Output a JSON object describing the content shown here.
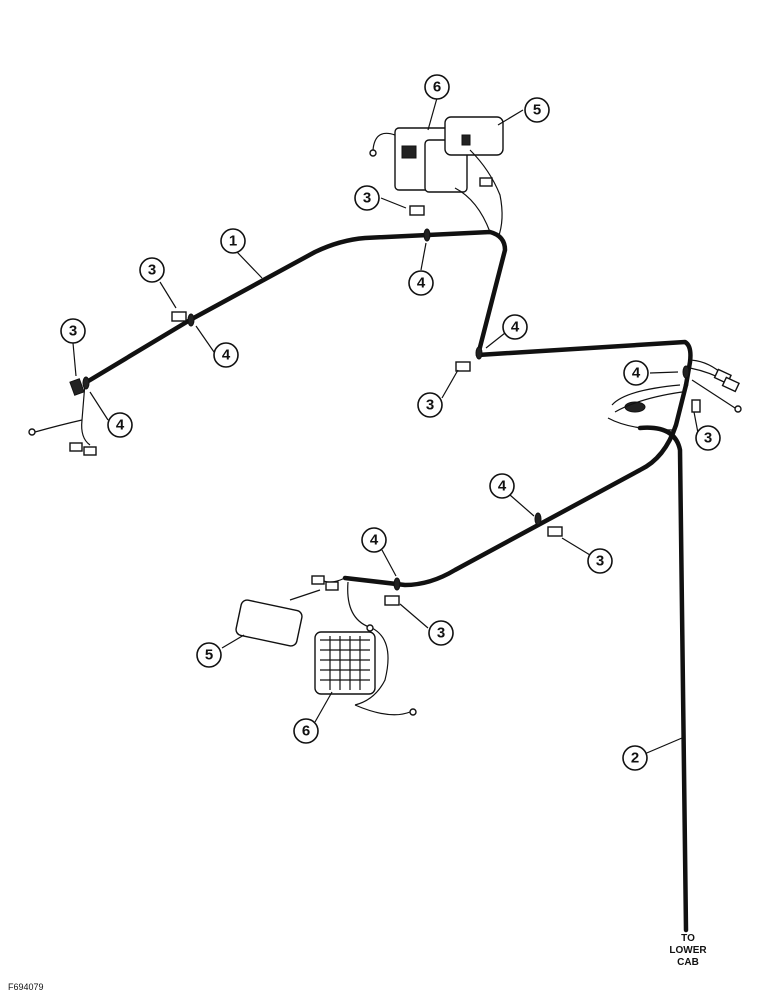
{
  "figure": {
    "id_label": "F694079",
    "destination_lines": [
      "TO",
      "LOWER",
      "CAB"
    ]
  },
  "callouts": [
    {
      "id": "c1",
      "number": "1"
    },
    {
      "id": "c2",
      "number": "2"
    },
    {
      "id": "c3a",
      "number": "3"
    },
    {
      "id": "c3b",
      "number": "3"
    },
    {
      "id": "c3c",
      "number": "3"
    },
    {
      "id": "c3d",
      "number": "3"
    },
    {
      "id": "c3e",
      "number": "3"
    },
    {
      "id": "c3f",
      "number": "3"
    },
    {
      "id": "c3g",
      "number": "3"
    },
    {
      "id": "c4a",
      "number": "4"
    },
    {
      "id": "c4b",
      "number": "4"
    },
    {
      "id": "c4c",
      "number": "4"
    },
    {
      "id": "c4d",
      "number": "4"
    },
    {
      "id": "c4e",
      "number": "4"
    },
    {
      "id": "c4f",
      "number": "4"
    },
    {
      "id": "c4g",
      "number": "4"
    },
    {
      "id": "c5a",
      "number": "5"
    },
    {
      "id": "c5b",
      "number": "5"
    },
    {
      "id": "c6a",
      "number": "6"
    },
    {
      "id": "c6b",
      "number": "6"
    }
  ]
}
